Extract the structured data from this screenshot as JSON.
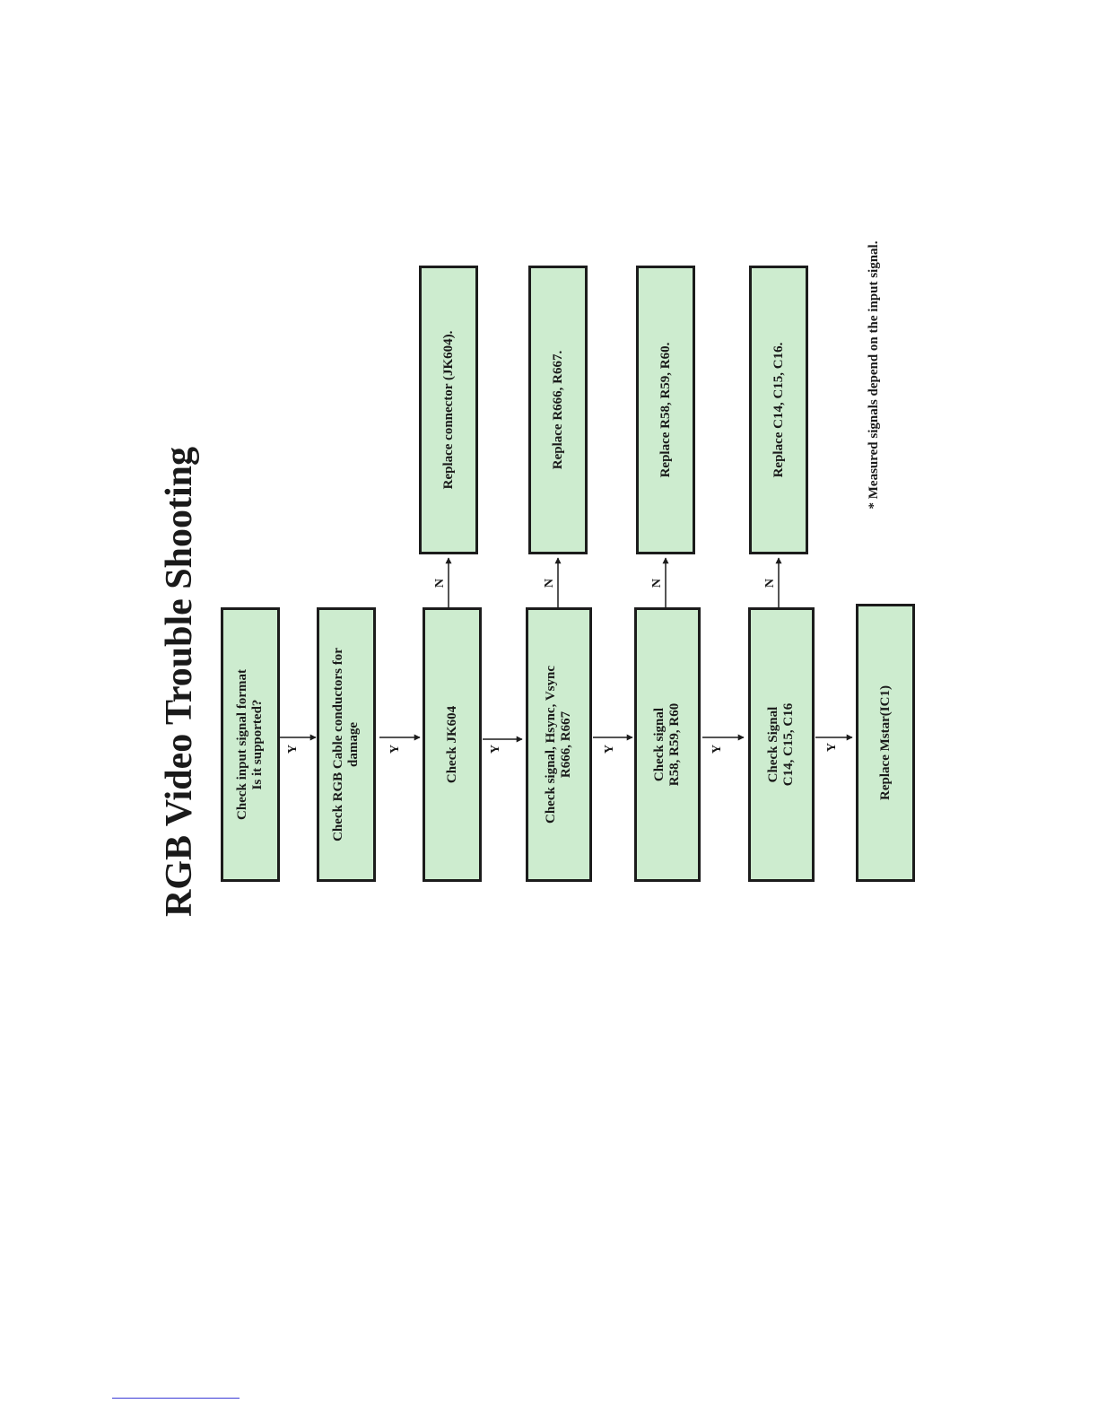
{
  "title": "RGB Video Trouble Shooting",
  "main_steps": [
    {
      "lines": [
        "Check input signal format",
        "Is it supported?"
      ]
    },
    {
      "lines": [
        "Check RGB Cable conductors for",
        "damage"
      ]
    },
    {
      "lines": [
        "Check JK604"
      ]
    },
    {
      "lines": [
        "Check signal, Hsync, Vsync",
        "R666, R667"
      ]
    },
    {
      "lines": [
        "Check signal",
        "R58, R59, R60"
      ]
    },
    {
      "lines": [
        "Check Signal",
        "C14, C15, C16"
      ]
    },
    {
      "lines": [
        "Replace Mstar(IC1)"
      ]
    }
  ],
  "replace_steps": [
    {
      "lines": [
        "Replace connector (JK604)."
      ]
    },
    {
      "lines": [
        "Replace R666, R667."
      ]
    },
    {
      "lines": [
        "Replace R58, R59, R60."
      ]
    },
    {
      "lines": [
        "Replace C14, C15, C16."
      ]
    }
  ],
  "yes_label": "Y",
  "no_label": "N",
  "note": "* Measured signals depend on the input signal."
}
